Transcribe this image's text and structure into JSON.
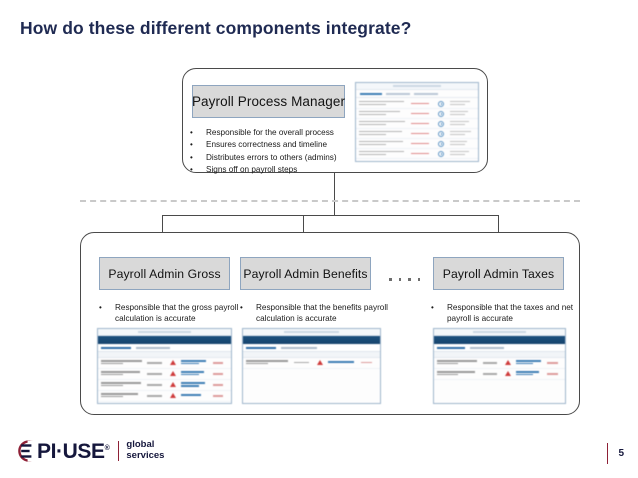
{
  "slide": {
    "title": "How do these different components integrate?",
    "page_number": "5",
    "title_color": "#1f2a52",
    "chip_fill": "#d9d9d9",
    "chip_border": "#8ea5bf",
    "accent_red": "#8e2036"
  },
  "manager": {
    "chip_label": "Payroll Process Manager",
    "bullets": [
      "Responsible for the overall process",
      "Ensures correctness and timeline",
      "Distributes errors to others (admins)",
      "Signs off on payroll steps"
    ],
    "bullet_glyph": "•",
    "thumbnail_name": "payroll-process-manager-screenshot"
  },
  "admins": [
    {
      "chip_label": "Payroll Admin Gross",
      "bullets": [
        "Responsible that the gross payroll calculation is accurate"
      ],
      "thumbnail_name": "payroll-admin-gross-screenshot"
    },
    {
      "chip_label": "Payroll Admin Benefits",
      "bullets": [
        "Responsible that the benefits payroll calculation is accurate"
      ],
      "thumbnail_name": "payroll-admin-benefits-screenshot"
    },
    {
      "chip_label": "Payroll Admin Taxes",
      "bullets": [
        "Responsible that the taxes and net payroll is accurate"
      ],
      "thumbnail_name": "payroll-admin-taxes-screenshot"
    }
  ],
  "ellipsis": "• • • •",
  "footer": {
    "logo_word": "PI·USE",
    "logo_mark_letter": "E",
    "logo_registered": "®",
    "tagline_line1": "global",
    "tagline_line2": "services"
  }
}
